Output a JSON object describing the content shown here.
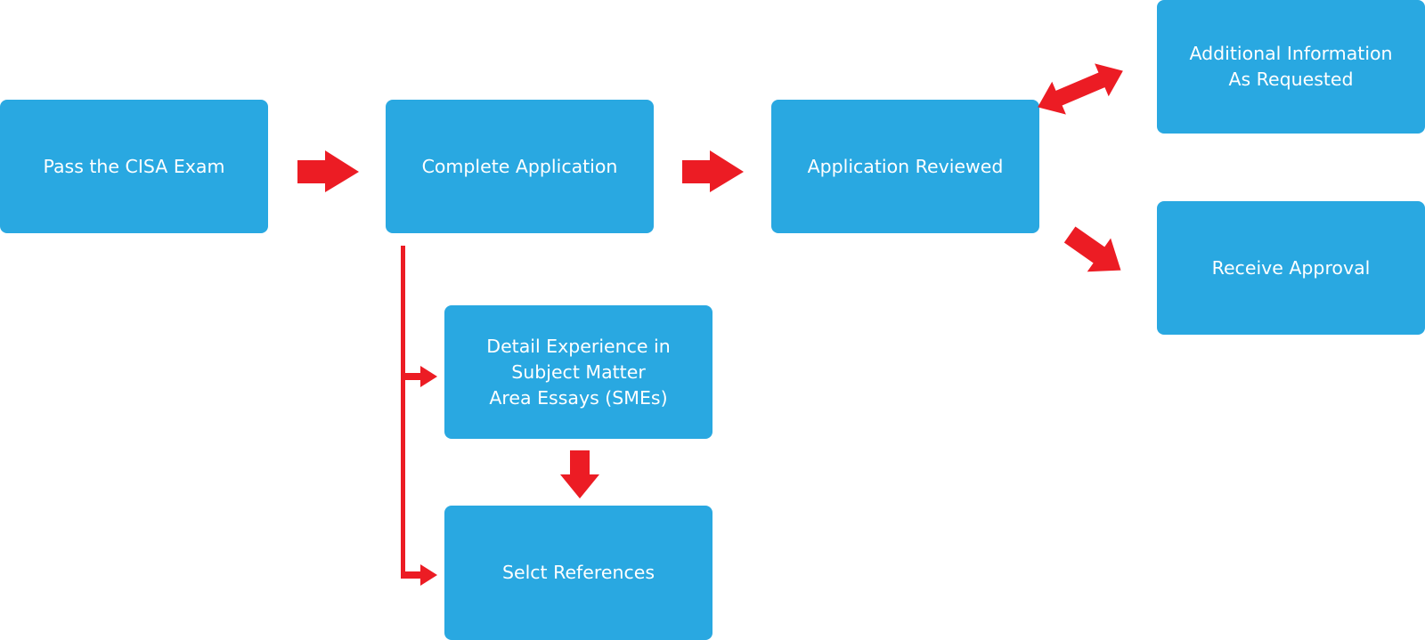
{
  "colors": {
    "box_fill": "#29a8e1",
    "box_text": "#ffffff",
    "arrow": "#ec1c24",
    "background": "#ffffff"
  },
  "steps": {
    "pass_exam": "Pass the CISA Exam",
    "complete_application": "Complete Application",
    "application_reviewed": "Application Reviewed",
    "additional_information": "Additional Information\nAs Requested",
    "receive_approval": "Receive Approval",
    "detail_experience": "Detail Experience in\nSubject Matter\nArea Essays (SMEs)",
    "select_references": "Selct References"
  },
  "connections": [
    {
      "from": "pass_exam",
      "to": "complete_application",
      "style": "block-arrow"
    },
    {
      "from": "complete_application",
      "to": "application_reviewed",
      "style": "block-arrow"
    },
    {
      "from": "application_reviewed",
      "to": "additional_information",
      "style": "double-headed-arrow"
    },
    {
      "from": "application_reviewed",
      "to": "receive_approval",
      "style": "block-arrow"
    },
    {
      "from": "complete_application",
      "to": "detail_experience",
      "style": "bracket-arrow"
    },
    {
      "from": "complete_application",
      "to": "select_references",
      "style": "bracket-arrow"
    },
    {
      "from": "detail_experience",
      "to": "select_references",
      "style": "block-arrow"
    }
  ]
}
